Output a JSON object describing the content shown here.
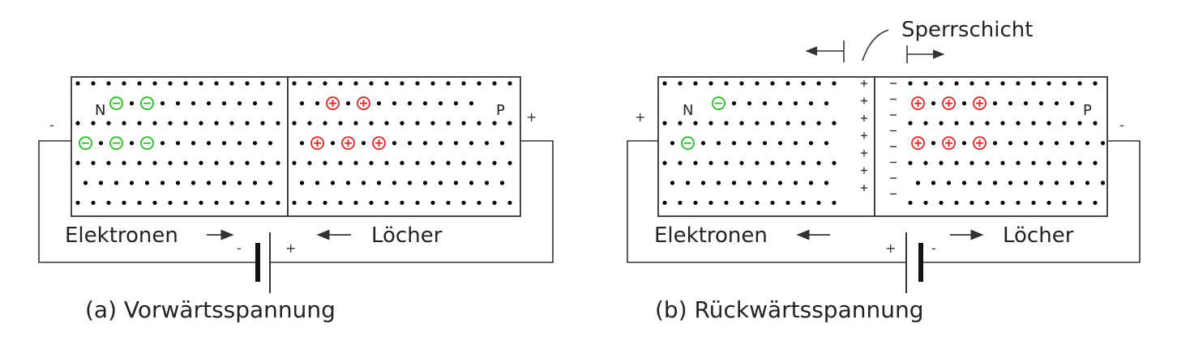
{
  "colors": {
    "electron": "#22c022",
    "hole": "#e82222",
    "wire": "#333333",
    "dot": "#000000"
  },
  "diagrams": [
    {
      "id": "a",
      "caption": "(a) Vorwärtsspannung",
      "left_region": "N",
      "right_region": "P",
      "left_terminal": "-",
      "right_terminal": "+",
      "battery_left_sign": "-",
      "battery_right_sign": "+",
      "electrons_label": "Elektronen",
      "holes_label": "Löcher",
      "electron_flow": "right",
      "hole_flow": "left"
    },
    {
      "id": "b",
      "caption": "(b) Rückwärtsspannung",
      "left_region": "N",
      "right_region": "P",
      "left_terminal": "+",
      "right_terminal": "-",
      "battery_left_sign": "+",
      "battery_right_sign": "-",
      "electrons_label": "Elektronen",
      "holes_label": "Löcher",
      "electron_flow": "left",
      "hole_flow": "right",
      "depletion_label": "Sperrschicht"
    }
  ]
}
